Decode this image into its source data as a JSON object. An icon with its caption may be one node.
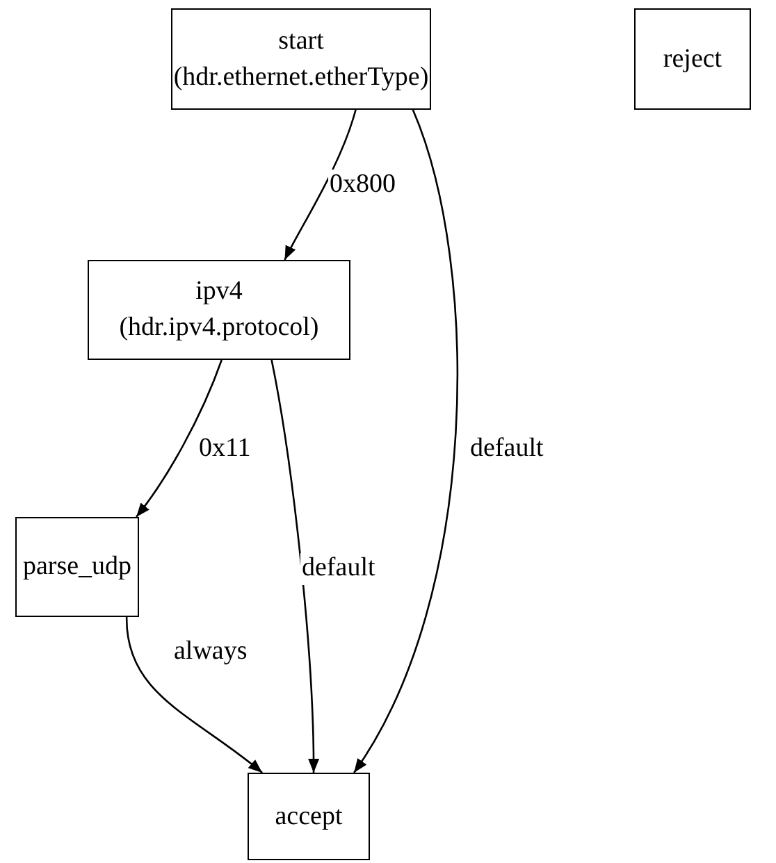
{
  "diagram": {
    "nodes": [
      {
        "text": [
          "start",
          "(hdr.ethernet.etherType)"
        ]
      },
      {
        "text": [
          "reject"
        ]
      },
      {
        "text": [
          "ipv4",
          "(hdr.ipv4.protocol)"
        ]
      },
      {
        "text": [
          "parse_udp"
        ]
      },
      {
        "text": [
          "accept"
        ]
      }
    ],
    "edges": [
      {
        "from": 0,
        "to": 2,
        "arrow": "to",
        "label": "0x800"
      },
      {
        "from": 0,
        "to": 4,
        "arrow": "to",
        "label": "default"
      },
      {
        "from": 2,
        "to": 3,
        "arrow": "to",
        "label": "0x11"
      },
      {
        "from": 2,
        "to": 4,
        "arrow": "to",
        "label": "default"
      },
      {
        "from": 3,
        "to": 4,
        "arrow": "to",
        "label": "always"
      }
    ]
  }
}
